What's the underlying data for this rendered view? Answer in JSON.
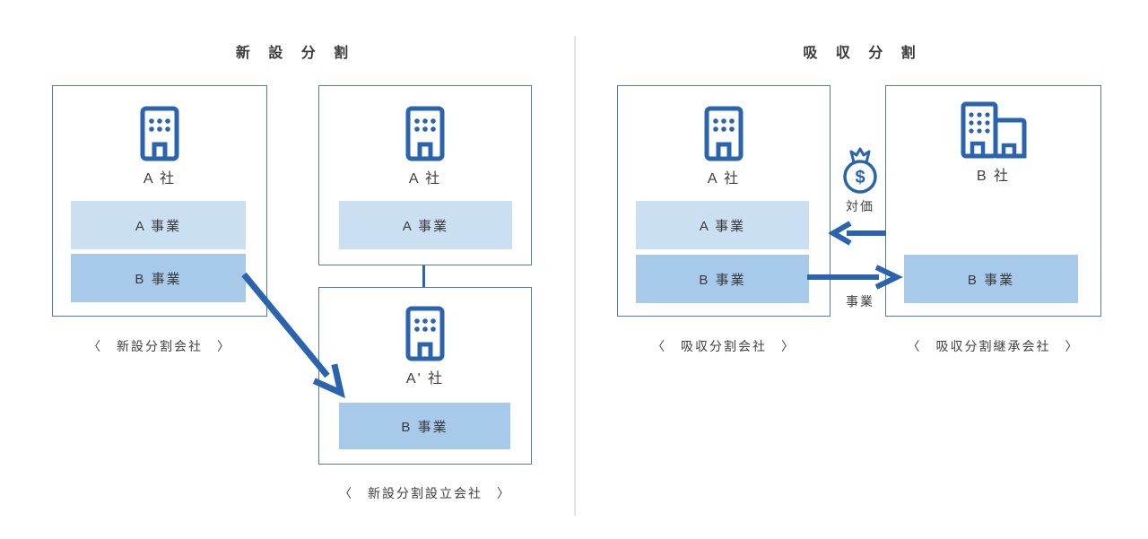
{
  "colors": {
    "accent": "#2b64ae",
    "box_border": "#4d7cbe",
    "band_light": "#cbdff2",
    "band_medium": "#a7c9ea",
    "text": "#3d3d3d",
    "divider": "#e3e3e3"
  },
  "left_section": {
    "title": "新 設 分 割",
    "splitting_company": {
      "name": "A 社",
      "bands": [
        {
          "label": "A 事業",
          "tone": "light"
        },
        {
          "label": "B 事業",
          "tone": "medium"
        }
      ],
      "caption": "〈　新設分割会社　〉"
    },
    "remaining_company": {
      "name": "A 社",
      "bands": [
        {
          "label": "A 事業",
          "tone": "light"
        }
      ]
    },
    "new_company": {
      "name": "A' 社",
      "bands": [
        {
          "label": "B 事業",
          "tone": "medium"
        }
      ],
      "caption": "〈　新設分割設立会社　〉"
    }
  },
  "right_section": {
    "title": "吸 収 分 割",
    "splitting_company": {
      "name": "A 社",
      "bands": [
        {
          "label": "A 事業",
          "tone": "light"
        },
        {
          "label": "B 事業",
          "tone": "medium"
        }
      ],
      "caption": "〈　吸収分割会社　〉"
    },
    "succeeding_company": {
      "name": "B 社",
      "bands": [
        {
          "label": "B 事業",
          "tone": "medium"
        }
      ],
      "caption": "〈　吸収分割継承会社　〉"
    },
    "consideration_label": "対価",
    "business_label": "事業",
    "money_symbol": "$"
  },
  "icons": {
    "building": "building-icon",
    "two_buildings": "two-buildings-icon",
    "money_bag": "money-bag-icon"
  }
}
